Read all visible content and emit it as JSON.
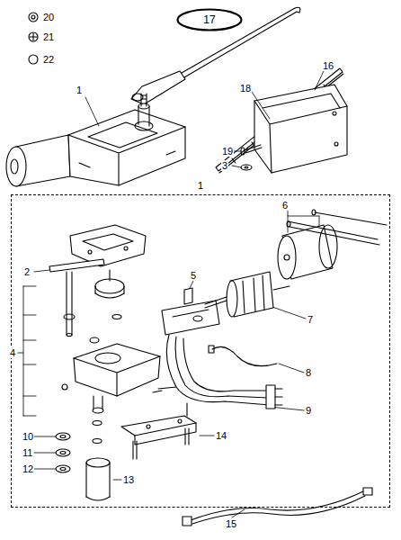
{
  "diagram": {
    "nodes": [
      {
        "text": [
          "17"
        ]
      },
      {
        "text": [
          "1"
        ]
      }
    ],
    "labels": [
      "20",
      "21",
      "22",
      "18",
      "16",
      "1",
      "19",
      "3",
      "6",
      "2",
      "5",
      "7",
      "4",
      "8",
      "9",
      "10",
      "11",
      "12",
      "14",
      "13",
      "15"
    ]
  }
}
